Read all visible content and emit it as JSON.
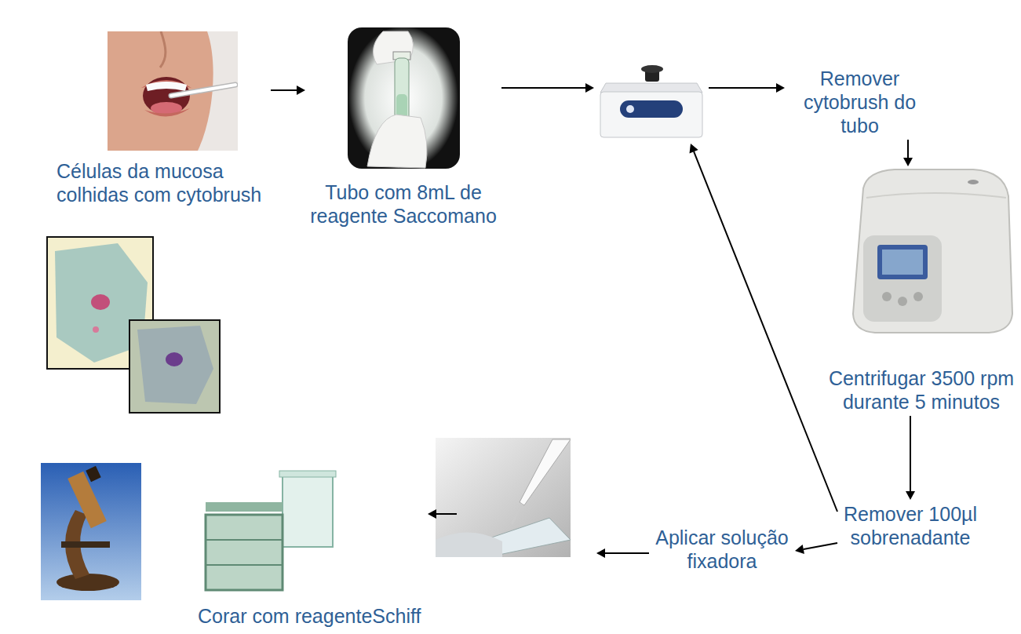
{
  "diagram": {
    "nodes": [
      {
        "text": [
          "Células da mucosa colhidas com cytobrush"
        ]
      },
      {
        "text": [
          "Tubo com 8mL de reagente Saccomano"
        ]
      },
      {
        "text": []
      },
      {
        "text": [
          "Remover cytobrush do tubo"
        ]
      },
      {
        "text": [
          "Centrifugar 3500 rpm durante 5 minutos"
        ]
      },
      {
        "text": [
          "Remover 100µl sobrenadante"
        ]
      },
      {
        "text": [
          "Aplicar solução fixadora"
        ]
      },
      {
        "text": []
      },
      {
        "text": [
          "Corar com reagenteSchiff"
        ]
      }
    ],
    "edges": [
      {
        "from": 0,
        "to": 1,
        "arrow": "to"
      },
      {
        "from": 1,
        "to": 2,
        "arrow": "to"
      },
      {
        "from": 2,
        "to": 3,
        "arrow": "to"
      },
      {
        "from": 3,
        "to": 4,
        "arrow": "to"
      },
      {
        "from": 4,
        "to": 5,
        "arrow": "to"
      },
      {
        "from": 5,
        "to": 2,
        "arrow": "to"
      },
      {
        "from": 5,
        "to": 6,
        "arrow": "to"
      },
      {
        "from": 6,
        "to": 7,
        "arrow": "to"
      },
      {
        "from": 7,
        "to": 8,
        "arrow": "to"
      }
    ]
  }
}
